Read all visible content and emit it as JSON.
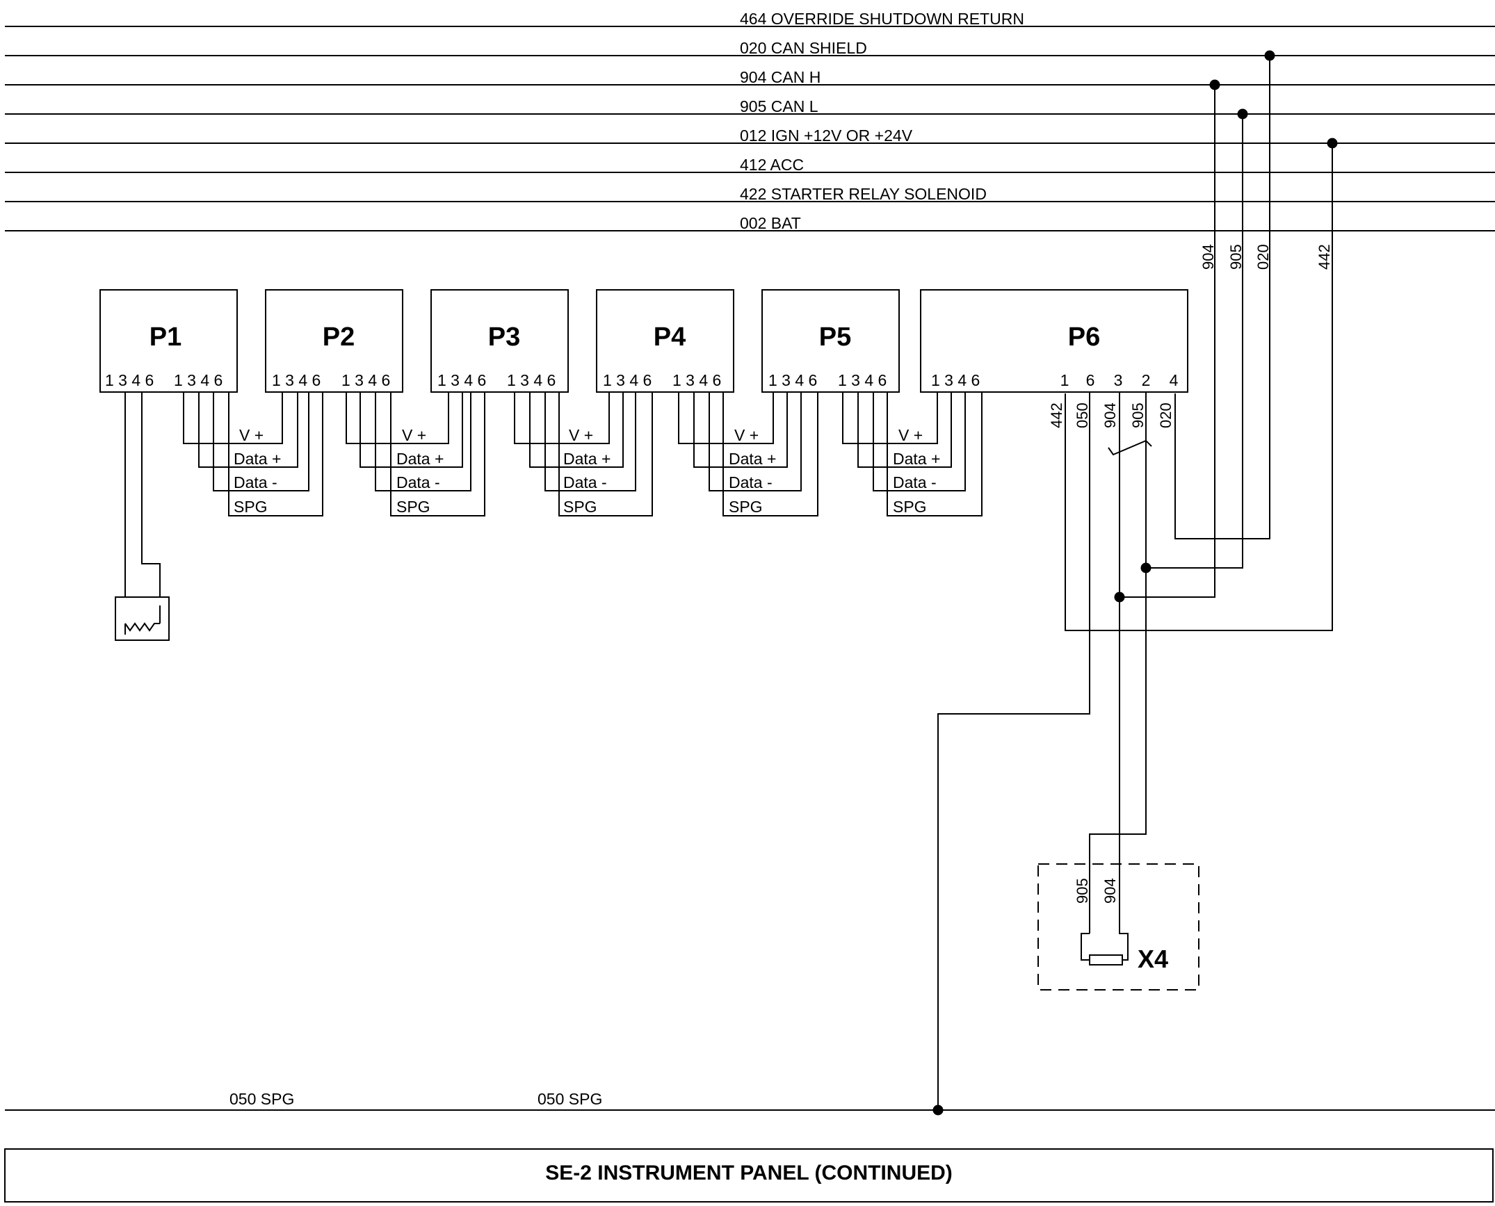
{
  "buses": [
    {
      "id": "464",
      "label": "464 OVERRIDE SHUTDOWN RETURN"
    },
    {
      "id": "020",
      "label": "020 CAN SHIELD"
    },
    {
      "id": "904",
      "label": "904  CAN H"
    },
    {
      "id": "905",
      "label": "905 CAN L"
    },
    {
      "id": "012",
      "label": "012 IGN +12V OR +24V"
    },
    {
      "id": "412",
      "label": "412  ACC"
    },
    {
      "id": "422",
      "label": "422 STARTER RELAY SOLENOID"
    },
    {
      "id": "002",
      "label": "002 BAT"
    }
  ],
  "modules": [
    {
      "name": "P1",
      "pins_left": "1 3 4 6",
      "pins_right": "1 3 4 6"
    },
    {
      "name": "P2",
      "pins_left": "1 3 4 6",
      "pins_right": "1 3 4 6"
    },
    {
      "name": "P3",
      "pins_left": "1 3 4 6",
      "pins_right": "1 3 4 6"
    },
    {
      "name": "P4",
      "pins_left": "1 3 4 6",
      "pins_right": "1 3 4 6"
    },
    {
      "name": "P5",
      "pins_left": "1 3 4 6",
      "pins_right": "1 3 4 6"
    },
    {
      "name": "P6",
      "pins_left": "1 3 4 6",
      "pins_right": [
        "1",
        "6",
        "3",
        "2",
        "4"
      ]
    }
  ],
  "link_labels": [
    "V +",
    "Data +",
    "Data -",
    "SPG"
  ],
  "drop_wire_ids": [
    "904",
    "905",
    "020",
    "442"
  ],
  "p6_wire_ids": [
    "442",
    "050",
    "904",
    "905",
    "020"
  ],
  "x4": {
    "name": "X4",
    "wire_ids": [
      "905",
      "904"
    ]
  },
  "ground_labels": [
    "050 SPG",
    "050 SPG"
  ],
  "footer_title": "SE-2 INSTRUMENT PANEL (CONTINUED)"
}
